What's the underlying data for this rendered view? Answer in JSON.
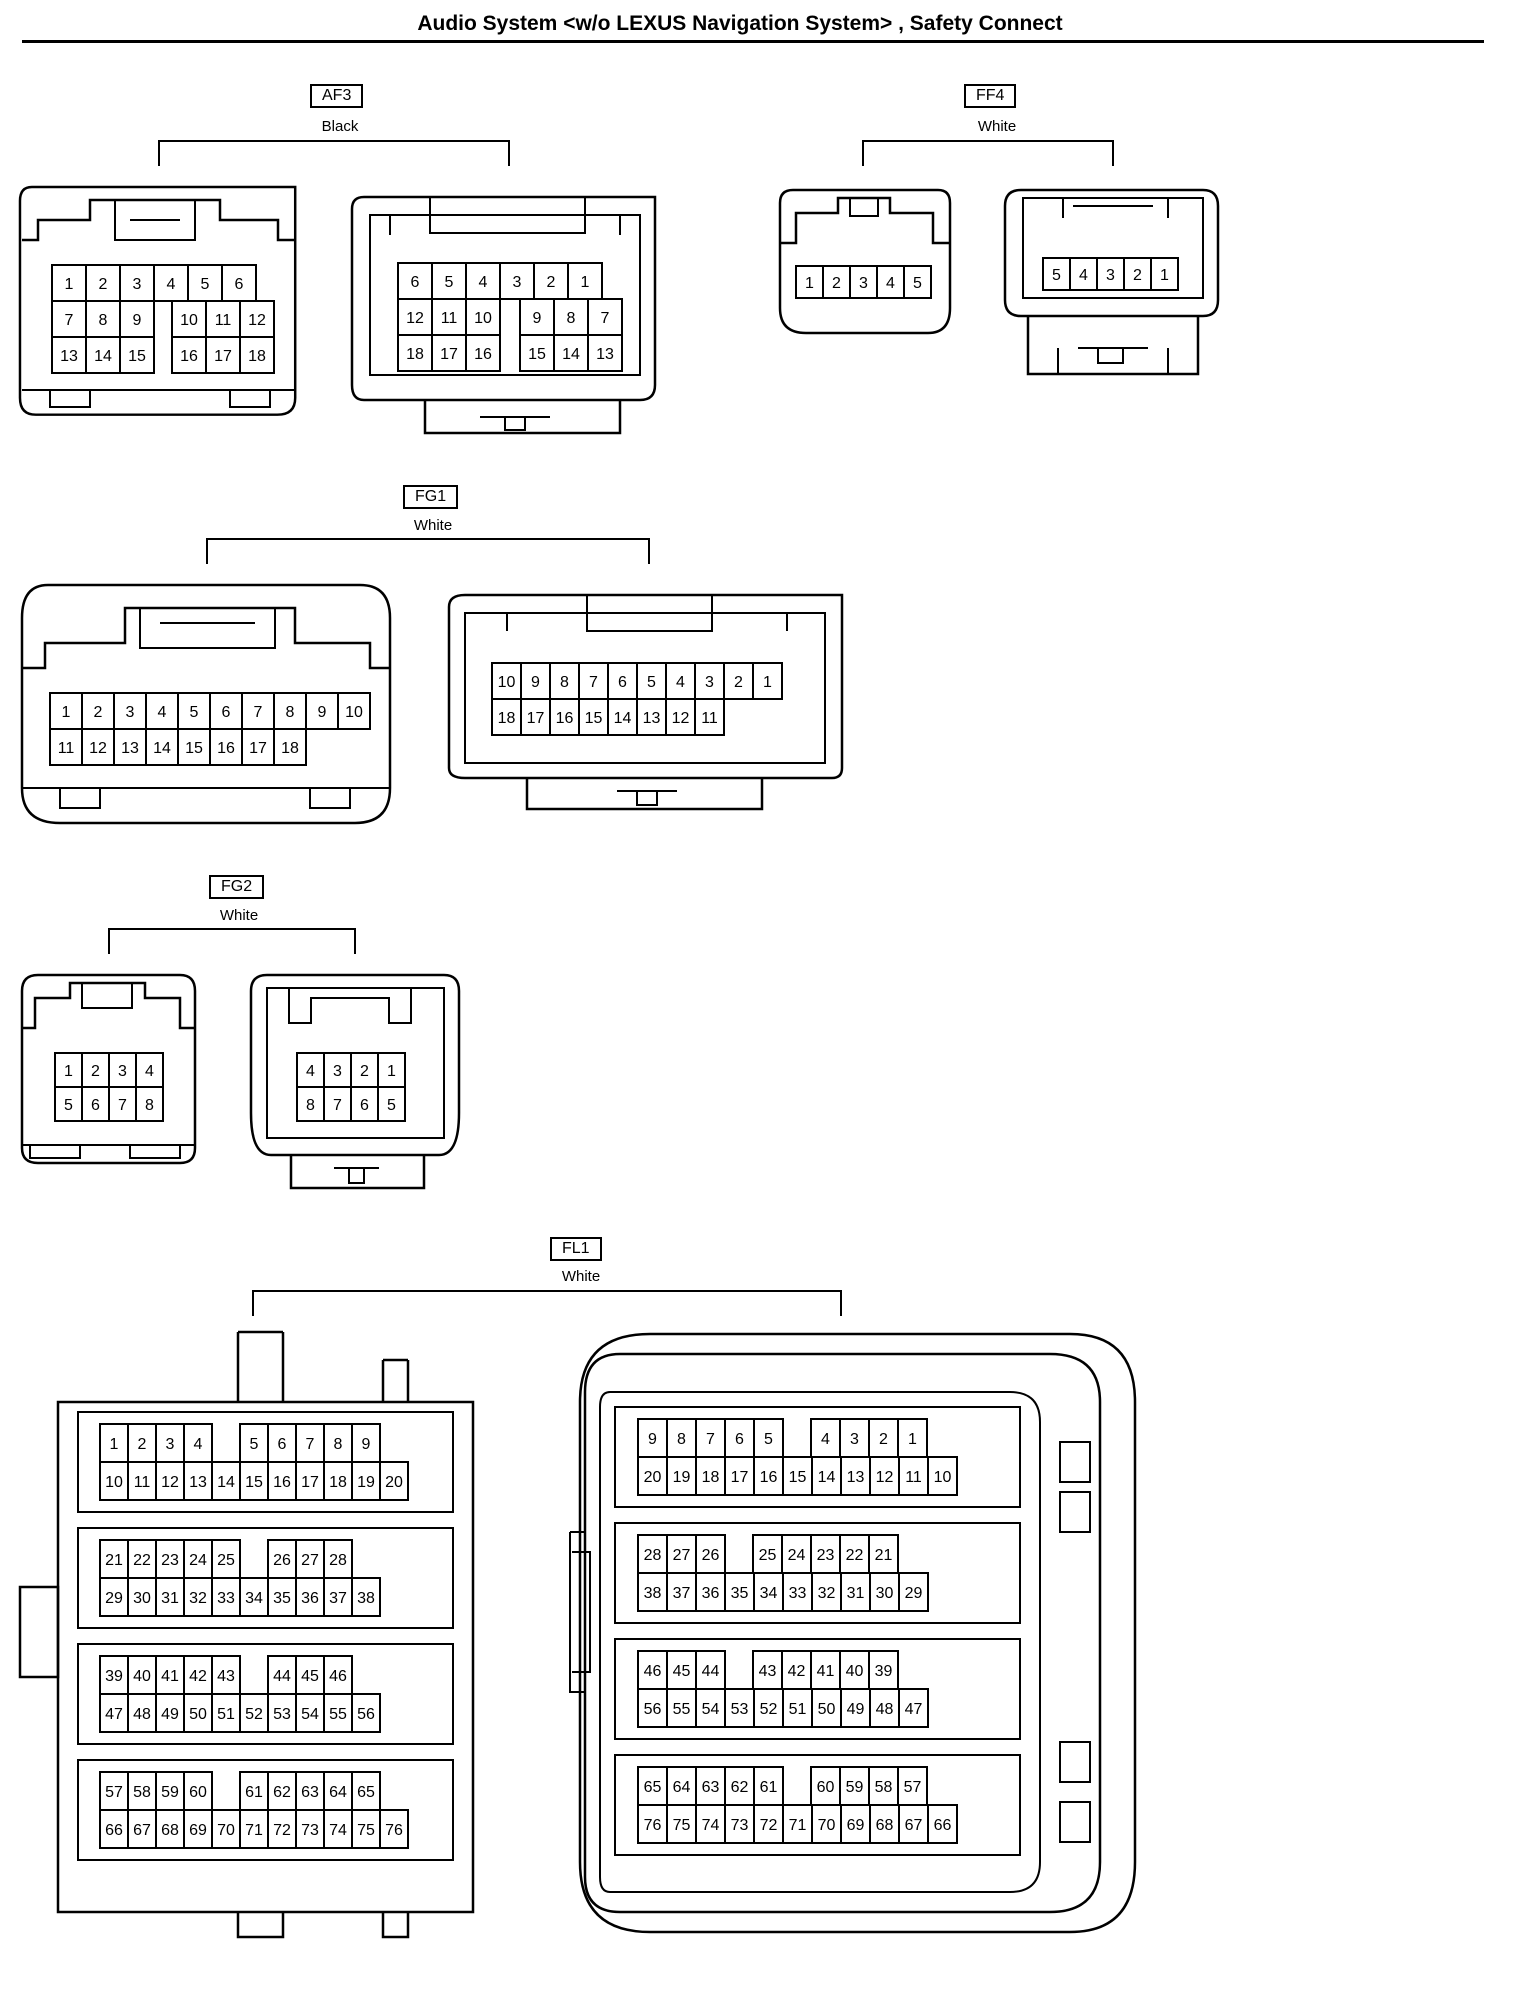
{
  "title": "Audio System <w/o LEXUS Navigation System> , Safety Connect",
  "connectors": {
    "af3": {
      "label": "AF3",
      "color": "Black",
      "male": [
        [
          "1",
          "2",
          "3",
          "4",
          "5",
          "6"
        ],
        [
          "7",
          "8",
          "9",
          "",
          "10",
          "11",
          "12"
        ],
        [
          "13",
          "14",
          "15",
          "",
          "16",
          "17",
          "18"
        ]
      ],
      "female": [
        [
          "6",
          "5",
          "4",
          "3",
          "2",
          "1"
        ],
        [
          "12",
          "11",
          "10",
          "",
          "9",
          "8",
          "7"
        ],
        [
          "18",
          "17",
          "16",
          "",
          "15",
          "14",
          "13"
        ]
      ]
    },
    "ff4": {
      "label": "FF4",
      "color": "White",
      "male": [
        [
          "1",
          "2",
          "3",
          "4",
          "5"
        ]
      ],
      "female": [
        [
          "5",
          "4",
          "3",
          "2",
          "1"
        ]
      ]
    },
    "fg1": {
      "label": "FG1",
      "color": "White",
      "male": [
        [
          "1",
          "2",
          "3",
          "4",
          "5",
          "6",
          "7",
          "8",
          "9",
          "10"
        ],
        [
          "11",
          "12",
          "13",
          "14",
          "15",
          "16",
          "17",
          "18"
        ]
      ],
      "female": [
        [
          "10",
          "9",
          "8",
          "7",
          "6",
          "5",
          "4",
          "3",
          "2",
          "1"
        ],
        [
          "18",
          "17",
          "16",
          "15",
          "14",
          "13",
          "12",
          "11"
        ]
      ]
    },
    "fg2": {
      "label": "FG2",
      "color": "White",
      "male": [
        [
          "1",
          "2",
          "3",
          "4"
        ],
        [
          "5",
          "6",
          "7",
          "8"
        ]
      ],
      "female": [
        [
          "4",
          "3",
          "2",
          "1"
        ],
        [
          "8",
          "7",
          "6",
          "5"
        ]
      ]
    },
    "fl1": {
      "label": "FL1",
      "color": "White",
      "male": [
        [
          [
            "1",
            "2",
            "3",
            "4",
            "",
            "5",
            "6",
            "7",
            "8",
            "9"
          ],
          [
            "10",
            "11",
            "12",
            "13",
            "14",
            "15",
            "16",
            "17",
            "18",
            "19",
            "20"
          ]
        ],
        [
          [
            "21",
            "22",
            "23",
            "24",
            "25",
            "",
            "26",
            "27",
            "28"
          ],
          [
            "29",
            "30",
            "31",
            "32",
            "33",
            "34",
            "35",
            "36",
            "37",
            "38"
          ]
        ],
        [
          [
            "39",
            "40",
            "41",
            "42",
            "43",
            "",
            "44",
            "45",
            "46"
          ],
          [
            "47",
            "48",
            "49",
            "50",
            "51",
            "52",
            "53",
            "54",
            "55",
            "56"
          ]
        ],
        [
          [
            "57",
            "58",
            "59",
            "60",
            "",
            "61",
            "62",
            "63",
            "64",
            "65"
          ],
          [
            "66",
            "67",
            "68",
            "69",
            "70",
            "71",
            "72",
            "73",
            "74",
            "75",
            "76"
          ]
        ]
      ],
      "female": [
        [
          [
            "9",
            "8",
            "7",
            "6",
            "5",
            "",
            "4",
            "3",
            "2",
            "1"
          ],
          [
            "20",
            "19",
            "18",
            "17",
            "16",
            "15",
            "14",
            "13",
            "12",
            "11",
            "10"
          ]
        ],
        [
          [
            "28",
            "27",
            "26",
            "",
            "25",
            "24",
            "23",
            "22",
            "21"
          ],
          [
            "38",
            "37",
            "36",
            "35",
            "34",
            "33",
            "32",
            "31",
            "30",
            "29"
          ]
        ],
        [
          [
            "46",
            "45",
            "44",
            "",
            "43",
            "42",
            "41",
            "40",
            "39"
          ],
          [
            "56",
            "55",
            "54",
            "53",
            "52",
            "51",
            "50",
            "49",
            "48",
            "47"
          ]
        ],
        [
          [
            "65",
            "64",
            "63",
            "62",
            "61",
            "",
            "60",
            "59",
            "58",
            "57"
          ],
          [
            "76",
            "75",
            "74",
            "73",
            "72",
            "71",
            "70",
            "69",
            "68",
            "67",
            "66"
          ]
        ]
      ]
    }
  }
}
